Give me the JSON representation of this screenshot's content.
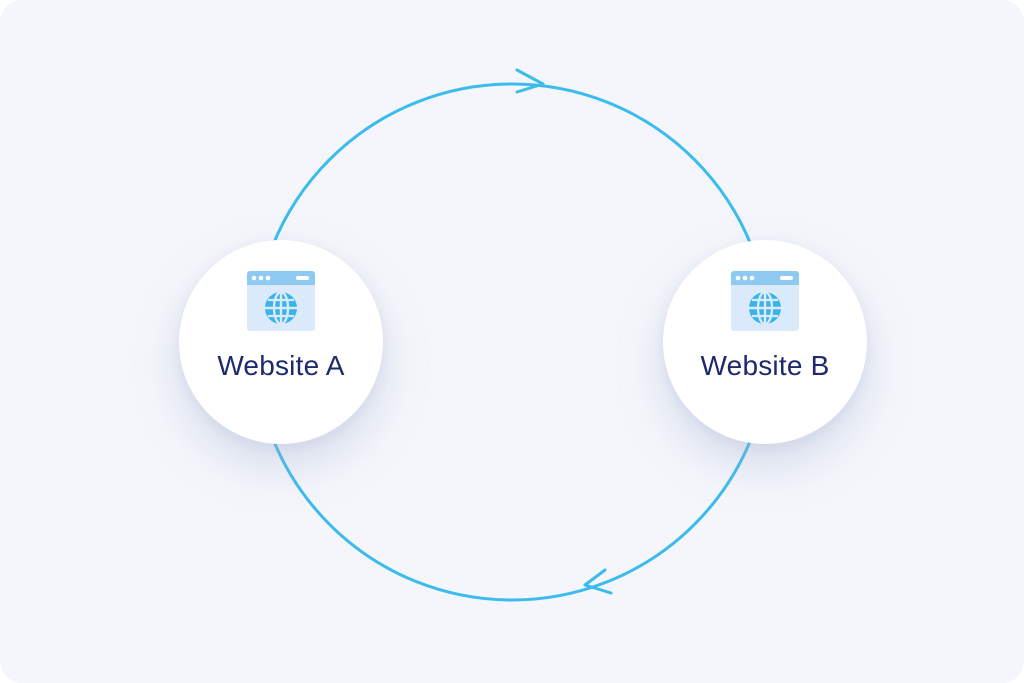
{
  "diagram": {
    "type": "cycle",
    "nodes": [
      {
        "id": "a",
        "label": "Website A",
        "icon": "browser-globe-icon"
      },
      {
        "id": "b",
        "label": "Website B",
        "icon": "browser-globe-icon"
      }
    ],
    "edges": [
      {
        "from": "a",
        "to": "b",
        "path": "top-arc",
        "direction": "clockwise"
      },
      {
        "from": "b",
        "to": "a",
        "path": "bottom-arc",
        "direction": "clockwise"
      }
    ]
  },
  "colors": {
    "background": "#f4f6fb",
    "arrow": "#3bbcec",
    "label": "#1e2a6b",
    "icon_fill": "#dbeafb",
    "icon_bar": "#8ec9f2",
    "icon_globe": "#39b4ea"
  }
}
